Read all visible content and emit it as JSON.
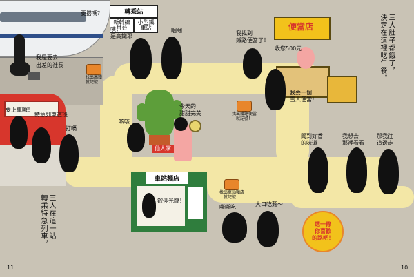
{
  "station_sign": {
    "title": "轉乘站",
    "left_label": "新幹線月台",
    "right_label": "小型鐵車站"
  },
  "dialog": {
    "want_ride": "要搭嗎？",
    "stationmaster": [
      "咦，",
      "是高鐵耶"
    ],
    "sleepy": "睏睏",
    "president": [
      "我是要去",
      "出差的社長"
    ],
    "get_in": "要上車囉！",
    "special_train": "特急列車這班",
    "yawn": "打嗝",
    "cough": "咳咳",
    "found_bento": [
      "我找到",
      "鐵路便當了！"
    ],
    "bento_price": "收您500元",
    "want_one": [
      "我要一個",
      "雪人便當！"
    ],
    "dessert": [
      "今天的",
      "甜甜完美"
    ],
    "lady": "仙人掌",
    "good_smell": [
      "聞到好香",
      "的味道"
    ],
    "want_look": [
      "我想去",
      "那裡看看"
    ],
    "go_there": [
      "那我往",
      "這邊走"
    ],
    "slurp": "嘶嘶吃",
    "big_bite": "大口吃麵～",
    "welcome": "歡迎光臨！"
  },
  "shops": {
    "bento_shop": "便當店",
    "noodle_shop": "車站麵店"
  },
  "badges": [
    {
      "label": [
        "找出高鐵",
        "就記號！"
      ]
    },
    {
      "label": [
        "找出鐵路便當",
        "就記號！"
      ]
    },
    {
      "label": [
        "找出車站麵店",
        "就記號！"
      ]
    }
  ],
  "narration": {
    "left": [
      "三人在這一站",
      "轉乘特急列車。"
    ],
    "right": [
      "三人肚子都餓了，",
      "決定在這裡吃午餐。"
    ],
    "choose": [
      "選一條",
      "你喜歡",
      "的路吧！"
    ]
  },
  "page_numbers": {
    "left": "11",
    "right": "10"
  },
  "colors": {
    "background": "#c9c3b5",
    "path": "#f3e7a6",
    "accent_orange": "#e8862b",
    "train_red": "#d7362c",
    "bento_yellow": "#f2c21b",
    "noodle_green": "#2f7d3d",
    "cactus_green": "#5d9e3a"
  }
}
